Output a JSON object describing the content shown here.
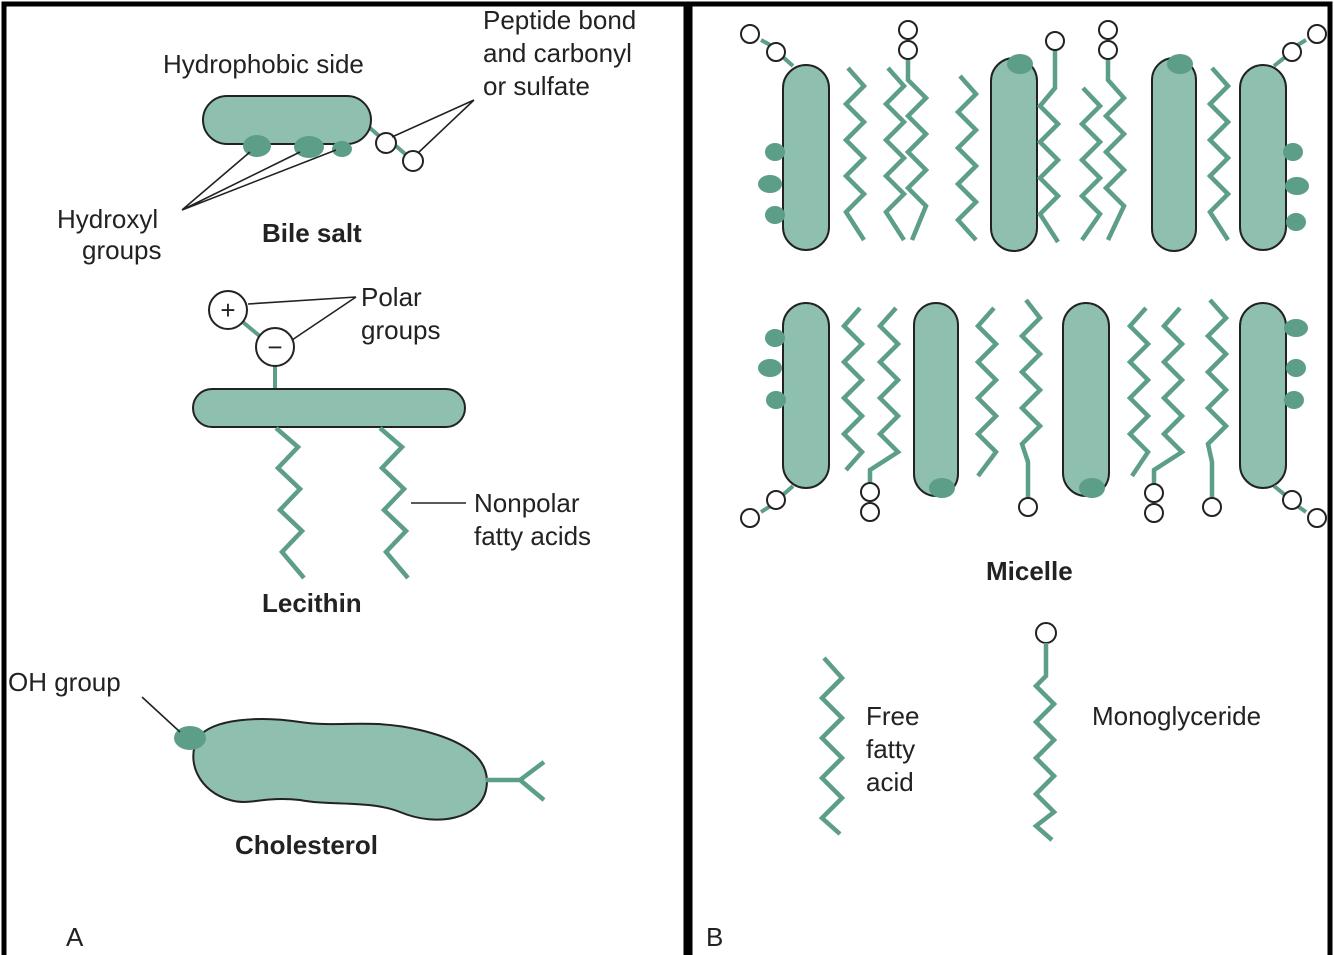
{
  "colors": {
    "molecule": "#8fbfae",
    "head_group": "#5c9e88",
    "chain": "#5c9e88",
    "outline": "#222222"
  },
  "panel_a": {
    "letter": "A",
    "bile_salt": {
      "title": "Bile salt",
      "hydrophobic_label": "Hydrophobic side",
      "peptide_label": [
        "Peptide bond",
        "and carbonyl",
        "or sulfate"
      ],
      "hydroxyl_label": [
        "Hydroxyl",
        "groups"
      ]
    },
    "lecithin": {
      "title": "Lecithin",
      "polar_label": [
        "Polar",
        "groups"
      ],
      "nonpolar_label": [
        "Nonpolar",
        "fatty acids"
      ],
      "plus_sign": "+",
      "minus_sign": "−"
    },
    "cholesterol": {
      "title": "Cholesterol",
      "oh_label": "OH group"
    }
  },
  "panel_b": {
    "letter": "B",
    "micelle_title": "Micelle",
    "legend": {
      "free_fatty_acid": [
        "Free",
        "fatty",
        "acid"
      ],
      "monoglyceride": "Monoglyceride"
    }
  }
}
